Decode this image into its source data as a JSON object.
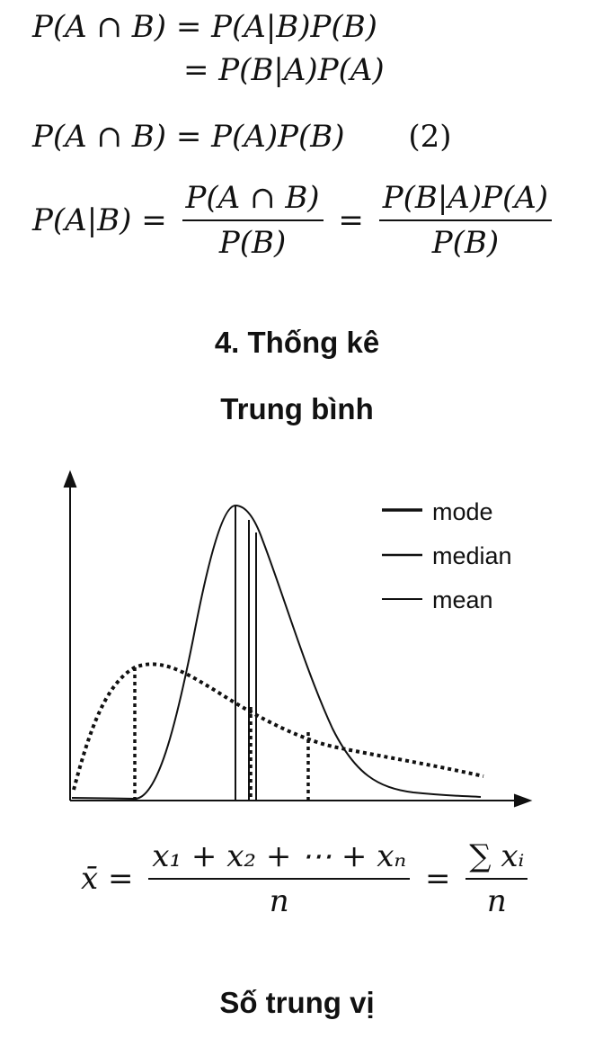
{
  "equations": {
    "joint_1": "P(A ∩ B) = P(A|B)P(B)",
    "joint_2": "= P(B|A)P(A)",
    "independence": "P(A ∩ B) = P(A)P(B)",
    "independence_number": "(2)",
    "bayes_lhs": "P(A|B) =",
    "bayes_num_1": "P(A ∩ B)",
    "bayes_den_1": "P(B)",
    "bayes_eq": "=",
    "bayes_num_2": "P(B|A)P(A)",
    "bayes_den_2": "P(B)"
  },
  "headings": {
    "section": "4. Thống kê",
    "mean": "Trung bình",
    "median": "Số trung vị"
  },
  "diagram": {
    "legend": [
      "mode",
      "median",
      "mean"
    ],
    "curves": [
      "skewed distribution (solid)",
      "skewed distribution (dotted)"
    ]
  },
  "mean_formula": {
    "lhs": "x̄ =",
    "numerator": "x₁ + x₂ + ⋯ + xₙ",
    "denominator": "n",
    "eq": "=",
    "sum_numerator": "∑ xᵢ",
    "sum_denominator": "n"
  }
}
